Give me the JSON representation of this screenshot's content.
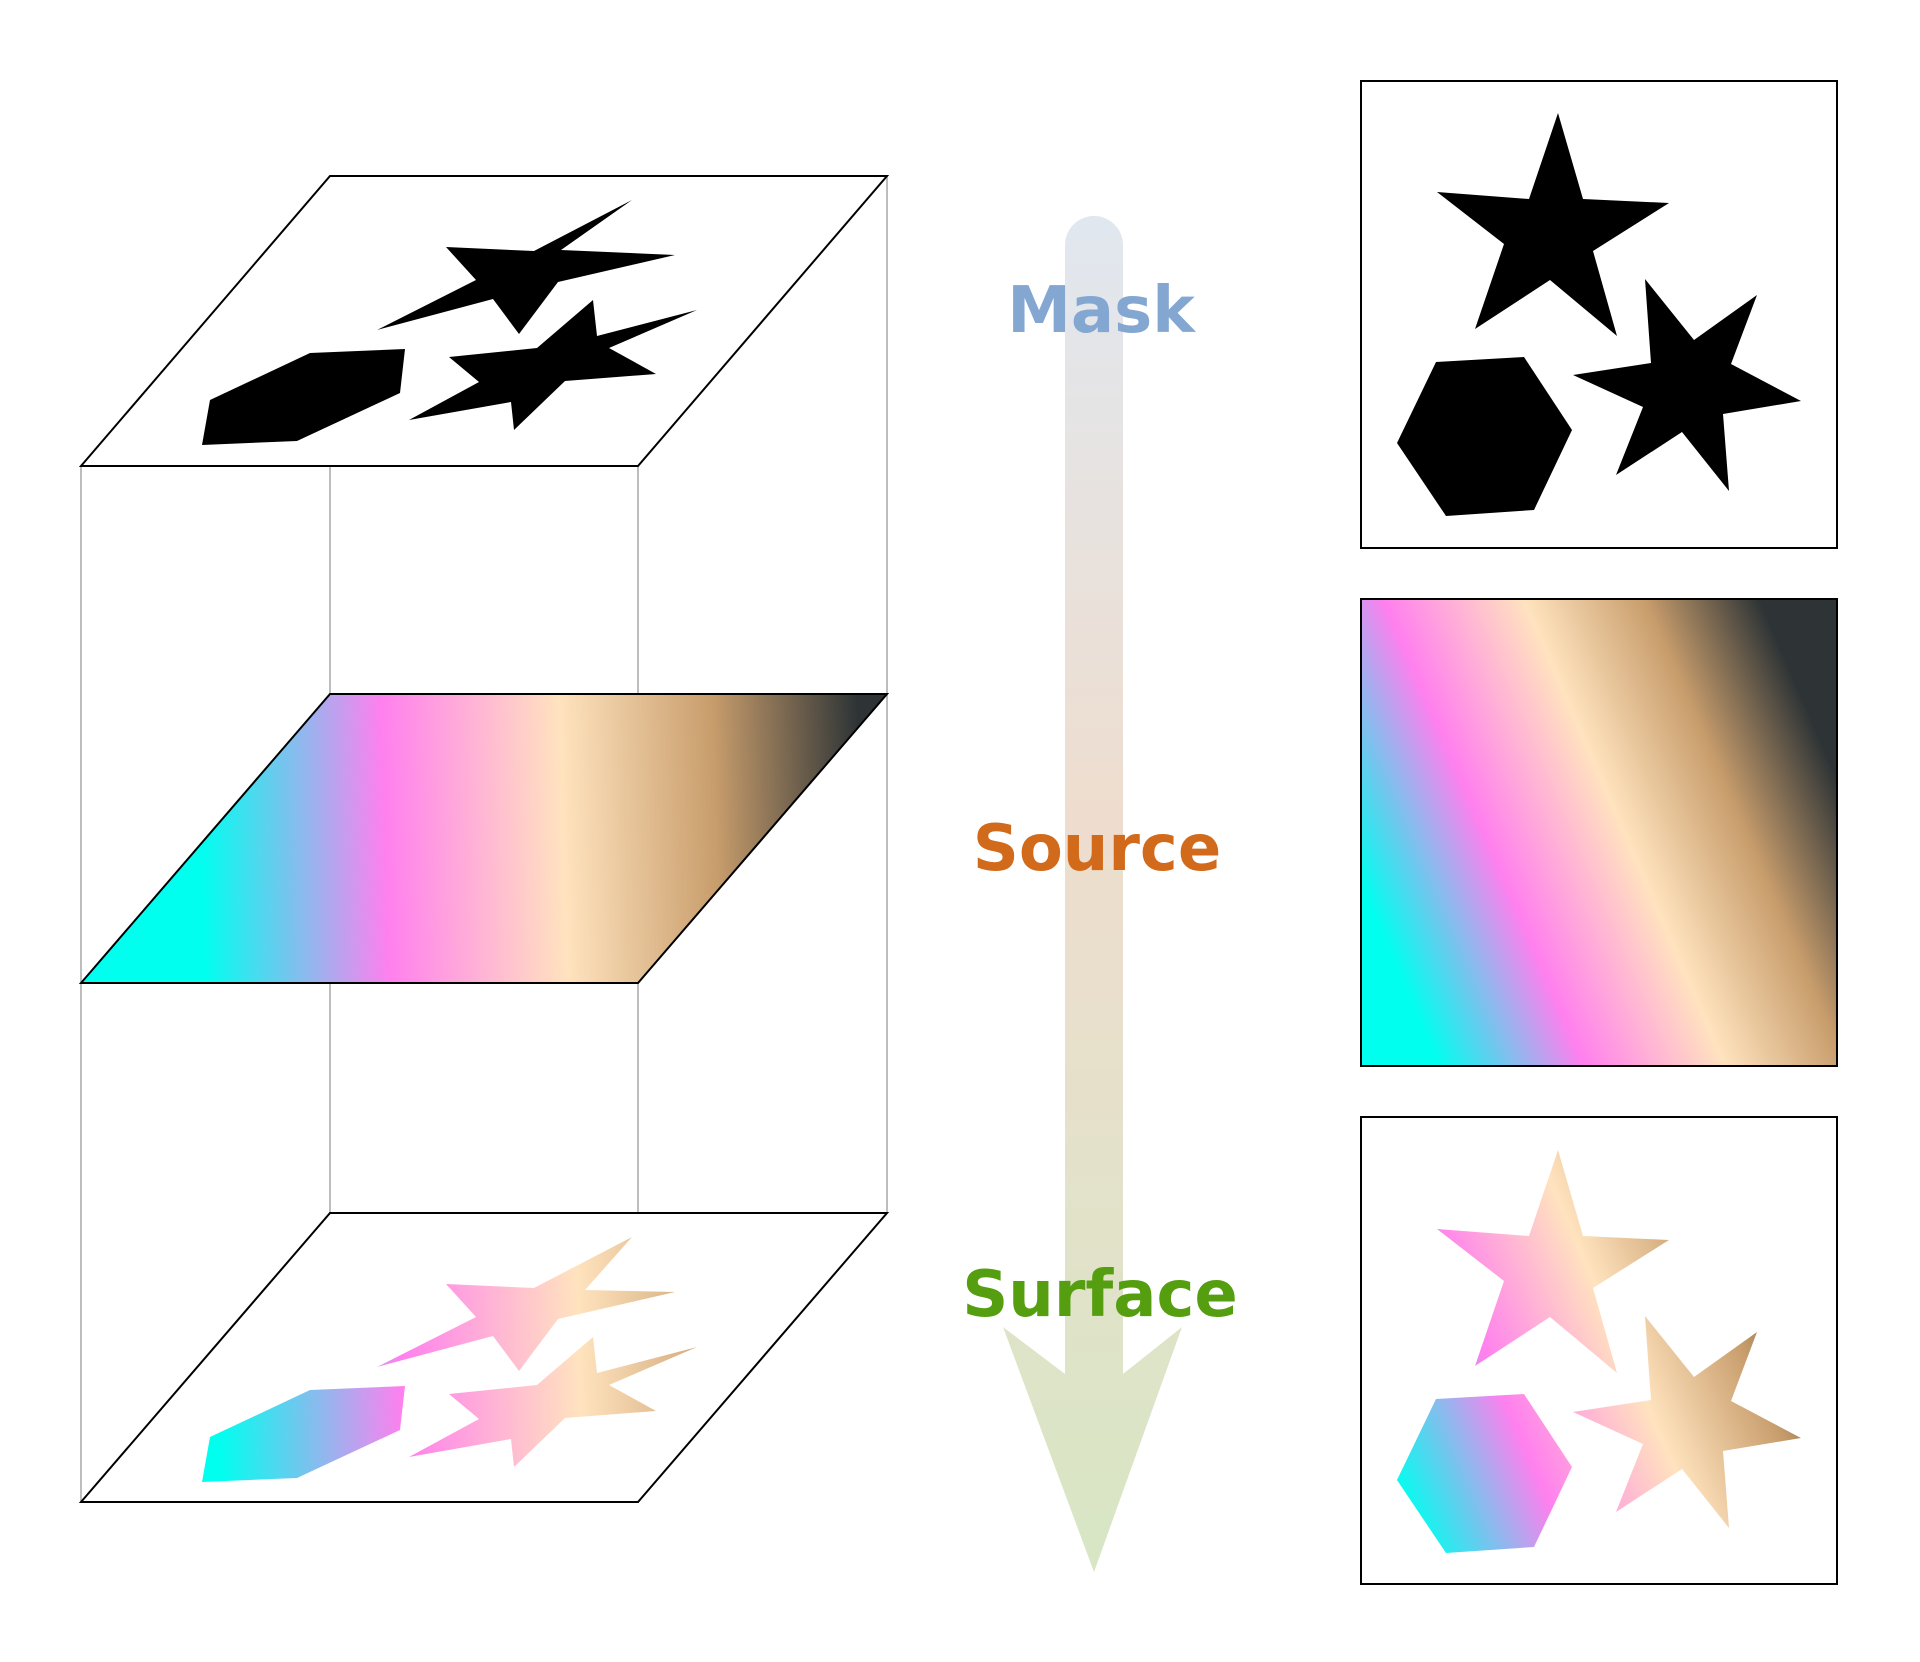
{
  "labels": {
    "mask": "Mask",
    "source": "Source",
    "surface": "Surface"
  },
  "colors": {
    "mask_label": "#84a7d2",
    "source_label": "#d16a1a",
    "surface_label": "#559e10",
    "arrow_top": "#e1e7ef",
    "arrow_mid": "#eeddce",
    "arrow_bottom": "#d8e6c5",
    "gradient_stops": [
      "#00ffef",
      "#ff80ee",
      "#ffe3be",
      "#c89d6c",
      "#2e3436"
    ]
  },
  "panels": [
    "mask",
    "source",
    "surface"
  ]
}
